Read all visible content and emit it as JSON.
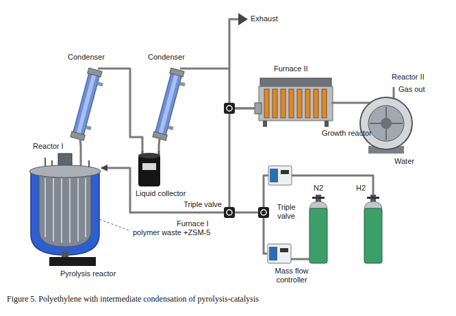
{
  "diagram": {
    "caption": "Figure 5. Polyethylene with intermediate condensation of pyrolysis-catalysis",
    "nodes": [
      {
        "text": [
          "Condenser"
        ]
      },
      {
        "text": [
          "Condenser"
        ]
      },
      {
        "text": [
          "Furnace II",
          "Growth reactor"
        ]
      },
      {
        "text": [
          "Reactor II"
        ]
      },
      {
        "text": [
          "Reactor I",
          "Pyrolysis reactor"
        ]
      },
      {
        "text": [
          "Liquid collector"
        ]
      },
      {
        "text": [
          "Triple valve"
        ]
      },
      {
        "text": [
          "Triple valve"
        ]
      },
      {
        "text": [
          "N2"
        ]
      },
      {
        "text": [
          "H2"
        ]
      },
      {
        "text": [
          "Mass flow controller"
        ]
      }
    ],
    "edges": [
      {
        "from": 4,
        "to": 0,
        "arrow": "none"
      },
      {
        "from": 0,
        "to": 5,
        "arrow": "none"
      },
      {
        "from": 5,
        "to": 1,
        "arrow": "none"
      },
      {
        "from": 1,
        "to": 2,
        "arrow": "none"
      },
      {
        "from": 6,
        "to": 2,
        "arrow": "none"
      },
      {
        "from": 6,
        "to": 4,
        "arrow": "to"
      },
      {
        "from": 7,
        "to": 6,
        "arrow": "none"
      },
      {
        "from": 10,
        "to": 7,
        "arrow": "none"
      },
      {
        "from": 8,
        "to": 10,
        "arrow": "none"
      },
      {
        "from": 9,
        "to": 7,
        "arrow": "none"
      },
      {
        "from": 2,
        "to": 3,
        "arrow": "none"
      }
    ],
    "labels": [
      "Exhaust",
      "Gas out",
      "Water",
      "Furnace I",
      "polymer waste +ZSM-5"
    ]
  }
}
